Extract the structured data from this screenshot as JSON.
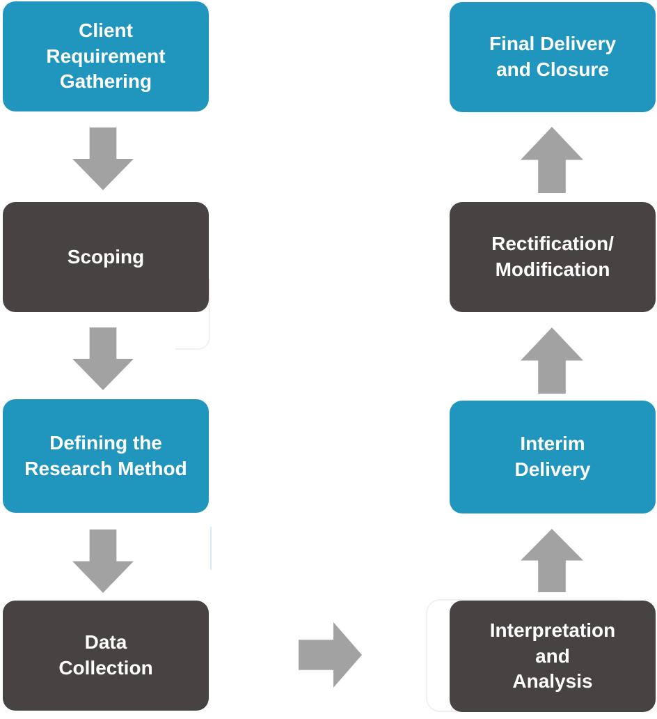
{
  "flowchart": {
    "colors": {
      "teal": "#2096BE",
      "dark": "#474342",
      "arrow": "#A3A2A2",
      "text": "#FFFFFF",
      "background": "#FFFFFF",
      "ghost": "#F1F0EF",
      "ghost_blue": "#D9EAF3"
    },
    "nodes": [
      {
        "id": "client-requirement-gathering",
        "label": "Client\nRequirement\nGathering",
        "color": "teal"
      },
      {
        "id": "scoping",
        "label": "Scoping",
        "color": "dark"
      },
      {
        "id": "defining-research-method",
        "label": "Defining the\nResearch Method",
        "color": "teal"
      },
      {
        "id": "data-collection",
        "label": "Data\nCollection",
        "color": "dark"
      },
      {
        "id": "interpretation-analysis",
        "label": "Interpretation\nand\nAnalysis",
        "color": "dark"
      },
      {
        "id": "interim-delivery",
        "label": "Interim\nDelivery",
        "color": "teal"
      },
      {
        "id": "rectification-modification",
        "label": "Rectification/\nModification",
        "color": "dark"
      },
      {
        "id": "final-delivery-closure",
        "label": "Final Delivery\nand Closure",
        "color": "teal"
      }
    ],
    "connectors": [
      {
        "direction": "down",
        "from": "client-requirement-gathering",
        "to": "scoping"
      },
      {
        "direction": "down",
        "from": "scoping",
        "to": "defining-research-method"
      },
      {
        "direction": "down",
        "from": "defining-research-method",
        "to": "data-collection"
      },
      {
        "direction": "right",
        "from": "data-collection",
        "to": "interpretation-analysis"
      },
      {
        "direction": "up",
        "from": "interpretation-analysis",
        "to": "interim-delivery"
      },
      {
        "direction": "up",
        "from": "interim-delivery",
        "to": "rectification-modification"
      },
      {
        "direction": "up",
        "from": "rectification-modification",
        "to": "final-delivery-closure"
      }
    ]
  }
}
